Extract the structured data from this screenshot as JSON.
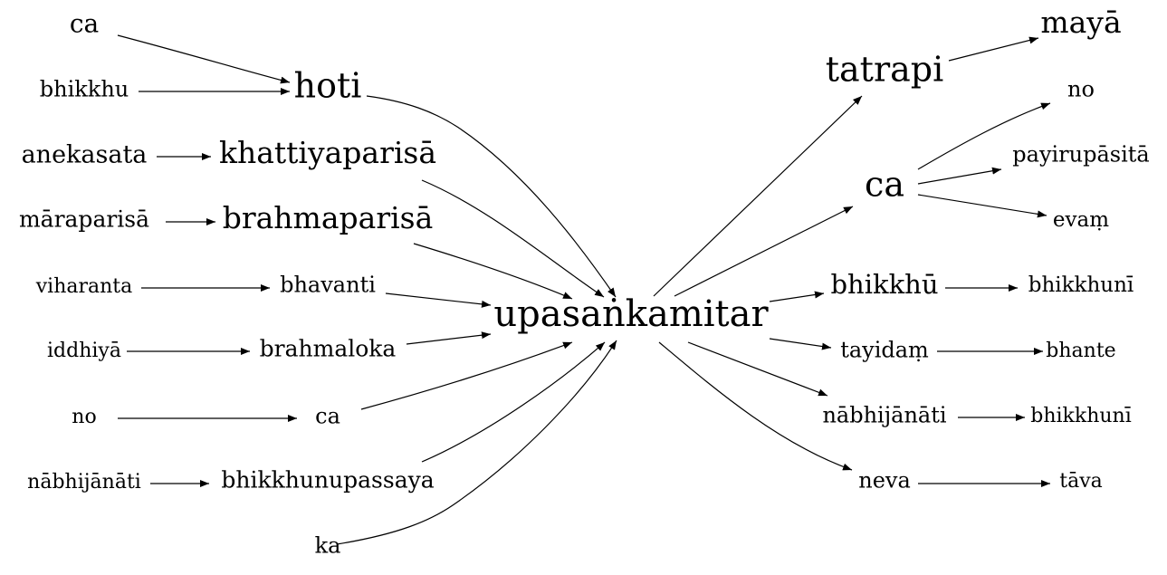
{
  "nodes": {
    "center": "upasaṅkamitar",
    "ca_1": "ca",
    "bhikkhu": "bhikkhu",
    "hoti": "hoti",
    "anekasata": "anekasata",
    "khattiyaparisa": "khattiyaparisā",
    "maraparisa": "māraparisā",
    "brahmaparisa": "brahmaparisā",
    "viharanta": "viharanta",
    "bhavanti": "bhavanti",
    "iddhiya": "iddhiyā",
    "brahmaloka": "brahmaloka",
    "no_1": "no",
    "ca_2": "ca",
    "nabhijanati_1": "nābhijānāti",
    "bhikkhunupassaya": "bhikkhunupassaya",
    "ka": "ka",
    "tatrapi": "tatrapi",
    "maya": "mayā",
    "ca_3": "ca",
    "no_2": "no",
    "payirupasita": "payirupāsitā",
    "evam": "evaṃ",
    "bhikkhu_pl": "bhikkhū",
    "bhikkhuni_1": "bhikkhunī",
    "tayidam": "tayidaṃ",
    "bhante": "bhante",
    "nabhijanati_2": "nābhijānāti",
    "bhikkhuni_2": "bhikkhunī",
    "neva": "neva",
    "tava": "tāva"
  },
  "edges": [
    [
      "ca_1",
      "hoti"
    ],
    [
      "bhikkhu",
      "hoti"
    ],
    [
      "hoti",
      "center"
    ],
    [
      "anekasata",
      "khattiyaparisa"
    ],
    [
      "khattiyaparisa",
      "center"
    ],
    [
      "maraparisa",
      "brahmaparisa"
    ],
    [
      "brahmaparisa",
      "center"
    ],
    [
      "viharanta",
      "bhavanti"
    ],
    [
      "bhavanti",
      "center"
    ],
    [
      "iddhiya",
      "brahmaloka"
    ],
    [
      "brahmaloka",
      "center"
    ],
    [
      "no_1",
      "ca_2"
    ],
    [
      "ca_2",
      "center"
    ],
    [
      "nabhijanati_1",
      "bhikkhunupassaya"
    ],
    [
      "bhikkhunupassaya",
      "center"
    ],
    [
      "ka",
      "center"
    ],
    [
      "center",
      "tatrapi"
    ],
    [
      "tatrapi",
      "maya"
    ],
    [
      "center",
      "ca_3"
    ],
    [
      "ca_3",
      "no_2"
    ],
    [
      "ca_3",
      "payirupasita"
    ],
    [
      "ca_3",
      "evam"
    ],
    [
      "center",
      "bhikkhu_pl"
    ],
    [
      "bhikkhu_pl",
      "bhikkhuni_1"
    ],
    [
      "center",
      "tayidam"
    ],
    [
      "tayidam",
      "bhante"
    ],
    [
      "center",
      "nabhijanati_2"
    ],
    [
      "nabhijanati_2",
      "bhikkhuni_2"
    ],
    [
      "center",
      "neva"
    ],
    [
      "neva",
      "tava"
    ]
  ]
}
